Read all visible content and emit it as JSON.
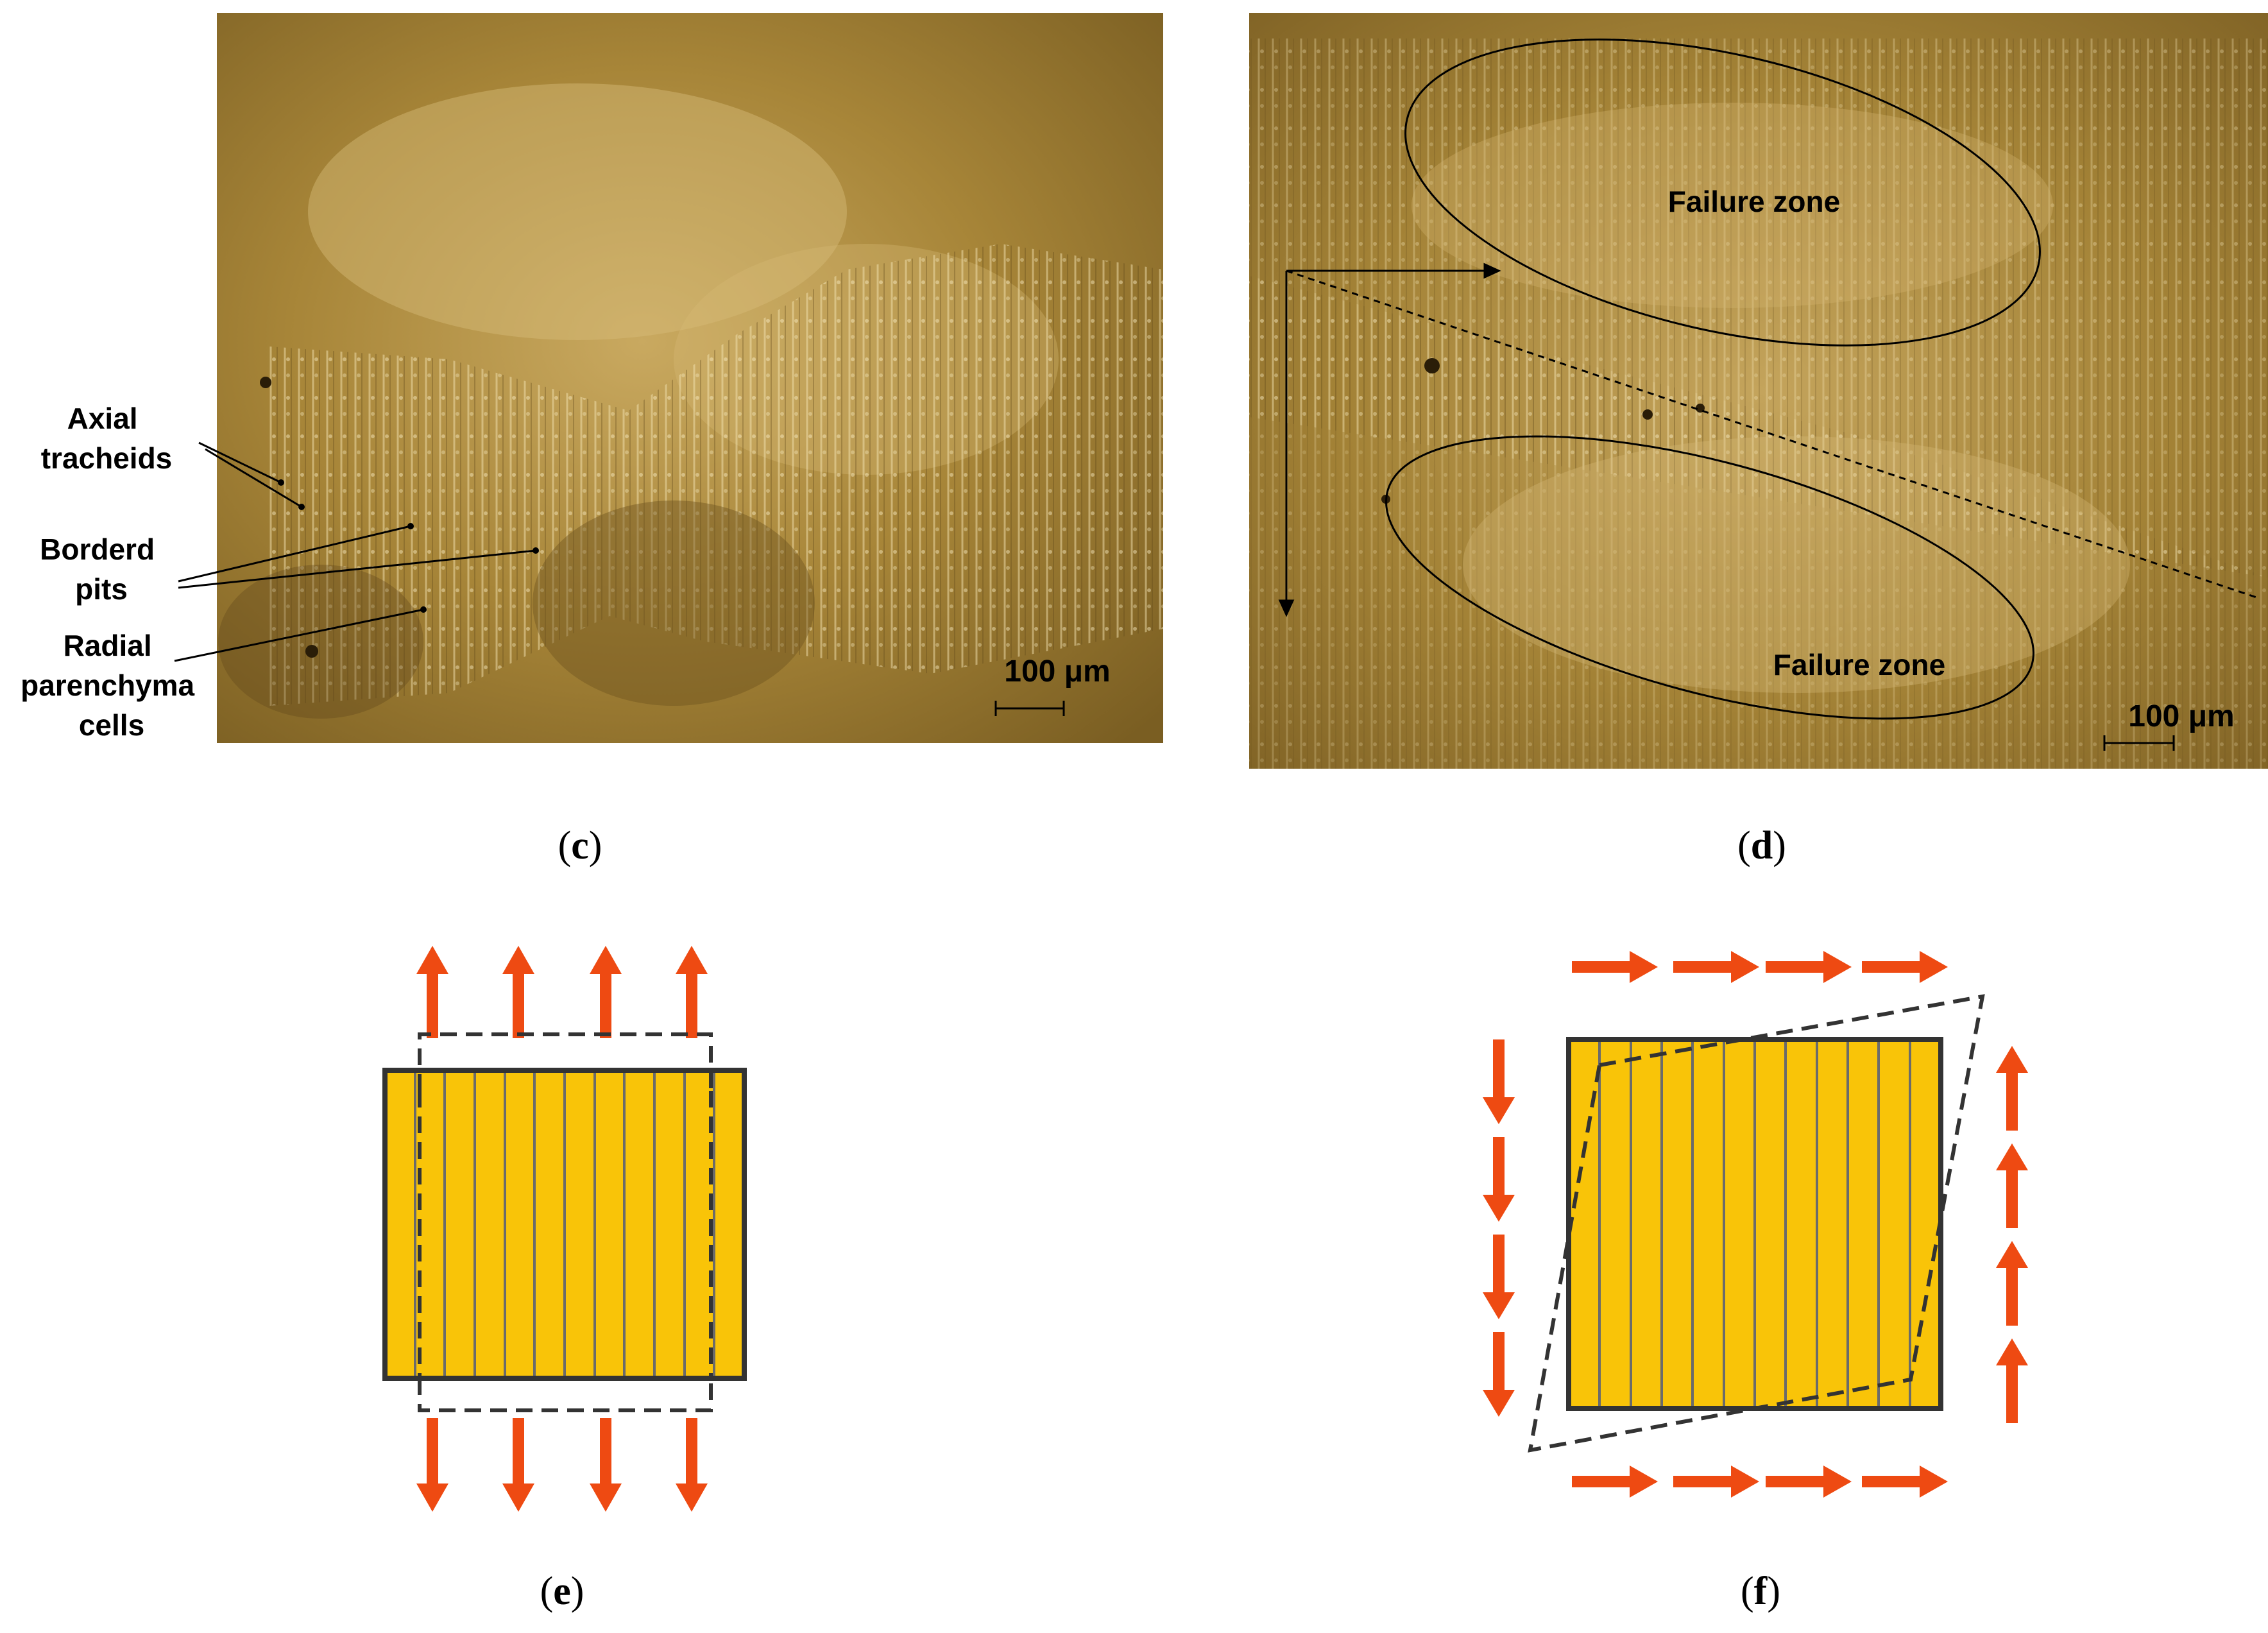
{
  "panel_c": {
    "letter": "c",
    "labels": [
      {
        "id": "axial",
        "lines": [
          "Axial",
          "tracheids"
        ]
      },
      {
        "id": "pits",
        "lines": [
          "Borderd",
          "pits"
        ]
      },
      {
        "id": "radial",
        "lines": [
          "Radial",
          "parenchyma",
          "cells"
        ]
      }
    ],
    "scale": "100 μm"
  },
  "panel_d": {
    "letter": "d",
    "zones": [
      "Failure zone",
      "Failure zone"
    ],
    "scale": "100 μm"
  },
  "panel_e": {
    "letter": "e"
  },
  "panel_f": {
    "letter": "f"
  },
  "colors": {
    "wood": "#f9c408",
    "arrow": "#ee4a12",
    "micro_base": "#9c7a32"
  }
}
